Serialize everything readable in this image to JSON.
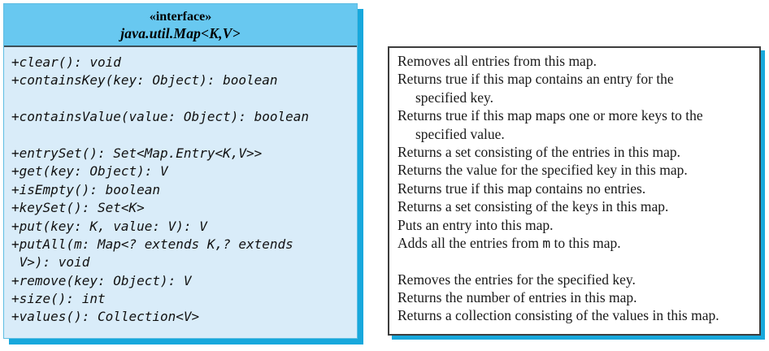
{
  "left_box": {
    "stereotype": "«interface»",
    "name": "java.util.Map<K,V>",
    "methods": [
      "+clear(): void",
      "+containsKey(key: Object): boolean",
      "",
      "+containsValue(value: Object): boolean",
      "",
      "+entrySet(): Set<Map.Entry<K,V>>",
      "+get(key: Object): V",
      "+isEmpty(): boolean",
      "+keySet(): Set<K>",
      "+put(key: K, value: V): V",
      "+putAll(m: Map<? extends K,? extends",
      " V>): void",
      "+remove(key: Object): V",
      "+size(): int",
      "+values(): Collection<V>"
    ]
  },
  "right_box": {
    "descriptions": [
      {
        "indent": false,
        "segments": [
          {
            "text": "Removes all entries from this map.",
            "mono": false
          }
        ]
      },
      {
        "indent": false,
        "segments": [
          {
            "text": "Returns true if this map contains an entry for the",
            "mono": false
          }
        ]
      },
      {
        "indent": true,
        "segments": [
          {
            "text": "specified key.",
            "mono": false
          }
        ]
      },
      {
        "indent": false,
        "segments": [
          {
            "text": "Returns true if this map maps one or more keys to the",
            "mono": false
          }
        ]
      },
      {
        "indent": true,
        "segments": [
          {
            "text": "specified value.",
            "mono": false
          }
        ]
      },
      {
        "indent": false,
        "segments": [
          {
            "text": "Returns a set consisting of the entries in this map.",
            "mono": false
          }
        ]
      },
      {
        "indent": false,
        "segments": [
          {
            "text": "Returns the value for the specified key in this map.",
            "mono": false
          }
        ]
      },
      {
        "indent": false,
        "segments": [
          {
            "text": "Returns true if this map contains no entries.",
            "mono": false
          }
        ]
      },
      {
        "indent": false,
        "segments": [
          {
            "text": "Returns a set consisting of the keys in this map.",
            "mono": false
          }
        ]
      },
      {
        "indent": false,
        "segments": [
          {
            "text": "Puts an entry into this map.",
            "mono": false
          }
        ]
      },
      {
        "indent": false,
        "segments": [
          {
            "text": "Adds all the entries from ",
            "mono": false
          },
          {
            "text": "m",
            "mono": true
          },
          {
            "text": " to this map.",
            "mono": false
          }
        ]
      },
      {
        "indent": false,
        "segments": []
      },
      {
        "indent": false,
        "segments": [
          {
            "text": "Removes the entries for the specified key.",
            "mono": false
          }
        ]
      },
      {
        "indent": false,
        "segments": [
          {
            "text": "Returns the number of entries in this map.",
            "mono": false
          }
        ]
      },
      {
        "indent": false,
        "segments": [
          {
            "text": "Returns a collection consisting of the values in this map.",
            "mono": false
          }
        ]
      }
    ]
  },
  "colors": {
    "header_bg": "#68c8f0",
    "body_bg": "#d9ecf9",
    "shadow": "#18a8dc",
    "divider": "#3e4f58",
    "desc_border": "#3d3d3d",
    "text": "#111111"
  }
}
